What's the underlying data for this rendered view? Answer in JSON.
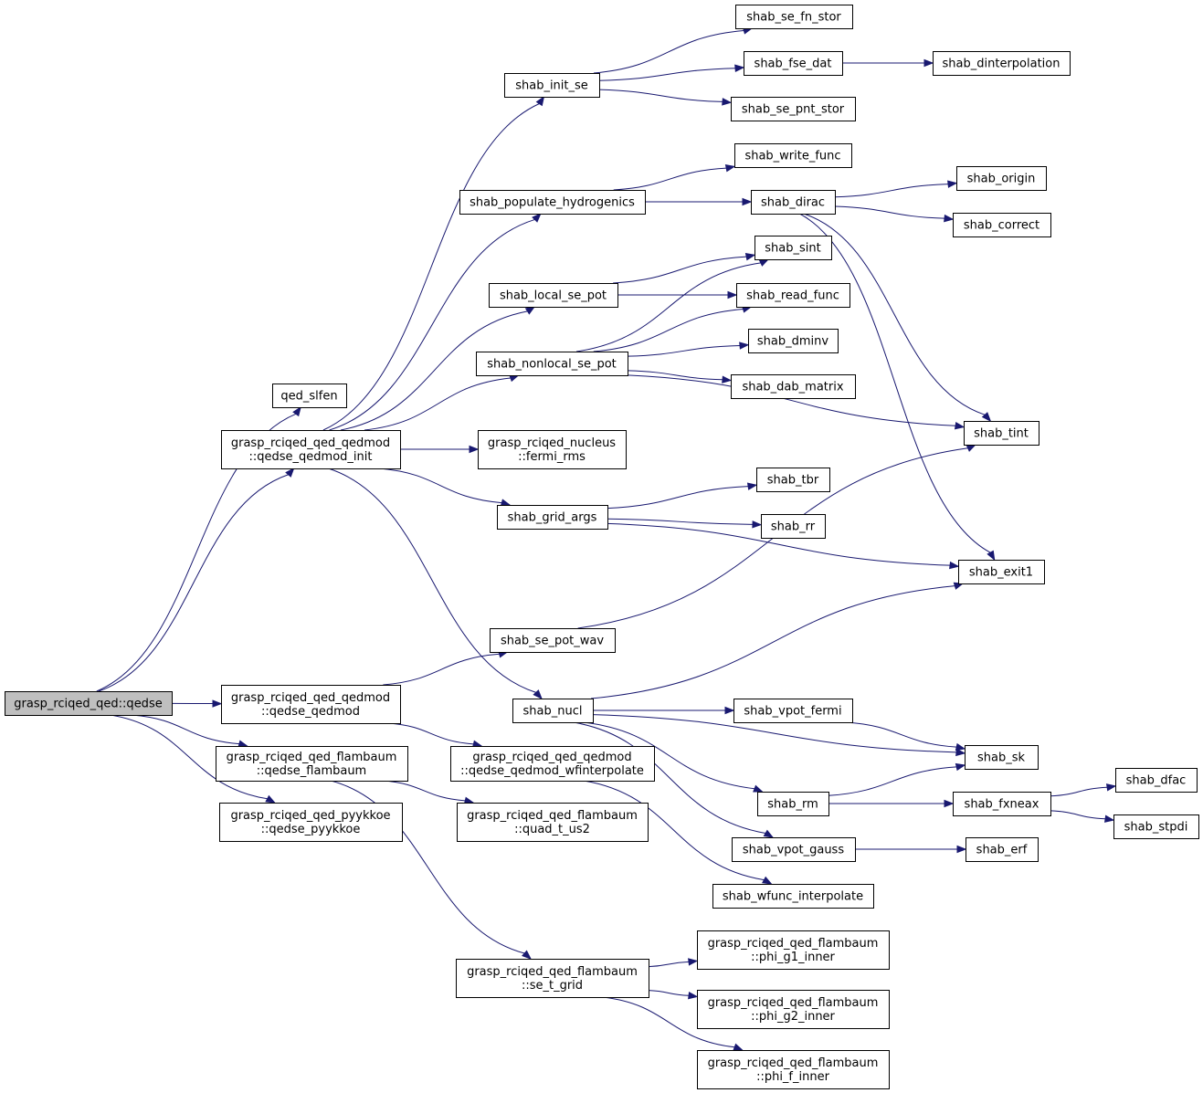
{
  "colors": {
    "edge": "#191970",
    "root_fill": "#bfbfbf",
    "node_fill": "#ffffff"
  },
  "nodes": [
    {
      "id": "root",
      "lines": [
        "grasp_rciqed_qed::qedse"
      ],
      "root": true
    },
    {
      "id": "qed_slfen",
      "lines": [
        "qed_slfen"
      ]
    },
    {
      "id": "qedmod_init",
      "lines": [
        "grasp_rciqed_qed_qedmod",
        "::qedse_qedmod_init"
      ]
    },
    {
      "id": "qedmod",
      "lines": [
        "grasp_rciqed_qed_qedmod",
        "::qedse_qedmod"
      ]
    },
    {
      "id": "flambaum",
      "lines": [
        "grasp_rciqed_qed_flambaum",
        "::qedse_flambaum"
      ]
    },
    {
      "id": "pyykkoe",
      "lines": [
        "grasp_rciqed_qed_pyykkoe",
        "::qedse_pyykkoe"
      ]
    },
    {
      "id": "init_se",
      "lines": [
        "shab_init_se"
      ]
    },
    {
      "id": "populate",
      "lines": [
        "shab_populate_hydrogenics"
      ]
    },
    {
      "id": "local",
      "lines": [
        "shab_local_se_pot"
      ]
    },
    {
      "id": "nonlocal",
      "lines": [
        "shab_nonlocal_se_pot"
      ]
    },
    {
      "id": "fermi_rms",
      "lines": [
        "grasp_rciqed_nucleus",
        "::fermi_rms"
      ]
    },
    {
      "id": "grid_args",
      "lines": [
        "shab_grid_args"
      ]
    },
    {
      "id": "se_pot_wav",
      "lines": [
        "shab_se_pot_wav"
      ]
    },
    {
      "id": "nucl",
      "lines": [
        "shab_nucl"
      ]
    },
    {
      "id": "wfinterp",
      "lines": [
        "grasp_rciqed_qed_qedmod",
        "::qedse_qedmod_wfinterpolate"
      ]
    },
    {
      "id": "quad",
      "lines": [
        "grasp_rciqed_qed_flambaum",
        "::quad_t_us2"
      ]
    },
    {
      "id": "se_t_grid",
      "lines": [
        "grasp_rciqed_qed_flambaum",
        "::se_t_grid"
      ]
    },
    {
      "id": "fn_stor",
      "lines": [
        "shab_se_fn_stor"
      ]
    },
    {
      "id": "fse_dat",
      "lines": [
        "shab_fse_dat"
      ]
    },
    {
      "id": "dinterp",
      "lines": [
        "shab_dinterpolation"
      ]
    },
    {
      "id": "pnt_stor",
      "lines": [
        "shab_se_pnt_stor"
      ]
    },
    {
      "id": "write_func",
      "lines": [
        "shab_write_func"
      ]
    },
    {
      "id": "dirac",
      "lines": [
        "shab_dirac"
      ]
    },
    {
      "id": "origin",
      "lines": [
        "shab_origin"
      ]
    },
    {
      "id": "correct",
      "lines": [
        "shab_correct"
      ]
    },
    {
      "id": "sint",
      "lines": [
        "shab_sint"
      ]
    },
    {
      "id": "read_func",
      "lines": [
        "shab_read_func"
      ]
    },
    {
      "id": "dminv",
      "lines": [
        "shab_dminv"
      ]
    },
    {
      "id": "dab_matrix",
      "lines": [
        "shab_dab_matrix"
      ]
    },
    {
      "id": "tint",
      "lines": [
        "shab_tint"
      ]
    },
    {
      "id": "tbr",
      "lines": [
        "shab_tbr"
      ]
    },
    {
      "id": "rr",
      "lines": [
        "shab_rr"
      ]
    },
    {
      "id": "exit1",
      "lines": [
        "shab_exit1"
      ]
    },
    {
      "id": "vpot_fermi",
      "lines": [
        "shab_vpot_fermi"
      ]
    },
    {
      "id": "sk",
      "lines": [
        "shab_sk"
      ]
    },
    {
      "id": "rm",
      "lines": [
        "shab_rm"
      ]
    },
    {
      "id": "fxneax",
      "lines": [
        "shab_fxneax"
      ]
    },
    {
      "id": "dfac",
      "lines": [
        "shab_dfac"
      ]
    },
    {
      "id": "stpdi",
      "lines": [
        "shab_stpdi"
      ]
    },
    {
      "id": "vpot_gauss",
      "lines": [
        "shab_vpot_gauss"
      ]
    },
    {
      "id": "erf",
      "lines": [
        "shab_erf"
      ]
    },
    {
      "id": "wfunc_interp",
      "lines": [
        "shab_wfunc_interpolate"
      ]
    },
    {
      "id": "phi_g1",
      "lines": [
        "grasp_rciqed_qed_flambaum",
        "::phi_g1_inner"
      ]
    },
    {
      "id": "phi_g2",
      "lines": [
        "grasp_rciqed_qed_flambaum",
        "::phi_g2_inner"
      ]
    },
    {
      "id": "phi_f",
      "lines": [
        "grasp_rciqed_qed_flambaum",
        "::phi_f_inner"
      ]
    }
  ],
  "edges": [
    [
      "root",
      "qed_slfen"
    ],
    [
      "root",
      "qedmod_init"
    ],
    [
      "root",
      "qedmod"
    ],
    [
      "root",
      "flambaum"
    ],
    [
      "root",
      "pyykkoe"
    ],
    [
      "qedmod_init",
      "init_se"
    ],
    [
      "qedmod_init",
      "populate"
    ],
    [
      "qedmod_init",
      "local"
    ],
    [
      "qedmod_init",
      "nonlocal"
    ],
    [
      "qedmod_init",
      "fermi_rms"
    ],
    [
      "qedmod_init",
      "grid_args"
    ],
    [
      "qedmod_init",
      "nucl"
    ],
    [
      "qedmod",
      "se_pot_wav"
    ],
    [
      "qedmod",
      "wfinterp"
    ],
    [
      "flambaum",
      "quad"
    ],
    [
      "flambaum",
      "se_t_grid"
    ],
    [
      "init_se",
      "fn_stor"
    ],
    [
      "init_se",
      "fse_dat"
    ],
    [
      "init_se",
      "pnt_stor"
    ],
    [
      "fse_dat",
      "dinterp"
    ],
    [
      "populate",
      "write_func"
    ],
    [
      "populate",
      "dirac"
    ],
    [
      "dirac",
      "origin"
    ],
    [
      "dirac",
      "correct"
    ],
    [
      "dirac",
      "tint"
    ],
    [
      "dirac",
      "exit1"
    ],
    [
      "local",
      "sint"
    ],
    [
      "local",
      "read_func"
    ],
    [
      "nonlocal",
      "sint"
    ],
    [
      "nonlocal",
      "read_func"
    ],
    [
      "nonlocal",
      "dminv"
    ],
    [
      "nonlocal",
      "dab_matrix"
    ],
    [
      "nonlocal",
      "tint"
    ],
    [
      "grid_args",
      "tbr"
    ],
    [
      "grid_args",
      "rr"
    ],
    [
      "grid_args",
      "exit1"
    ],
    [
      "se_pot_wav",
      "tint"
    ],
    [
      "nucl",
      "exit1"
    ],
    [
      "nucl",
      "vpot_fermi"
    ],
    [
      "nucl",
      "sk"
    ],
    [
      "nucl",
      "rm"
    ],
    [
      "nucl",
      "vpot_gauss"
    ],
    [
      "vpot_fermi",
      "sk"
    ],
    [
      "rm",
      "sk"
    ],
    [
      "rm",
      "fxneax"
    ],
    [
      "fxneax",
      "dfac"
    ],
    [
      "fxneax",
      "stpdi"
    ],
    [
      "vpot_gauss",
      "erf"
    ],
    [
      "wfinterp",
      "wfunc_interp"
    ],
    [
      "se_t_grid",
      "phi_g1"
    ],
    [
      "se_t_grid",
      "phi_g2"
    ],
    [
      "se_t_grid",
      "phi_f"
    ]
  ]
}
